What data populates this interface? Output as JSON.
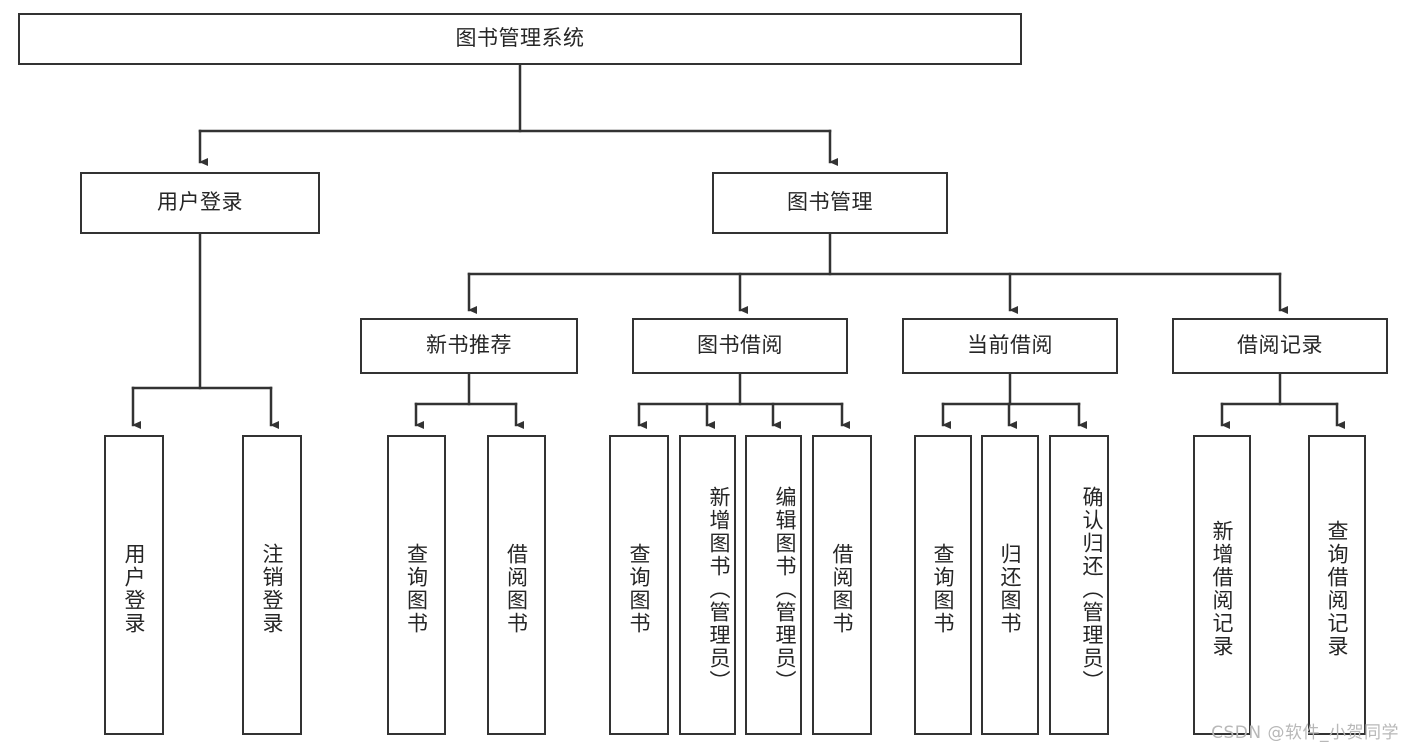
{
  "diagram": {
    "title": "图书管理系统",
    "type": "tree",
    "root": {
      "label": "图书管理系统"
    },
    "level2": [
      {
        "id": "user-login",
        "label": "用户登录"
      },
      {
        "id": "book-manage",
        "label": "图书管理"
      }
    ],
    "level3": [
      {
        "id": "new-book-recommend",
        "label": "新书推荐"
      },
      {
        "id": "book-borrow",
        "label": "图书借阅"
      },
      {
        "id": "current-borrow",
        "label": "当前借阅"
      },
      {
        "id": "borrow-record",
        "label": "借阅记录"
      }
    ],
    "leaves": {
      "user_login": [
        {
          "id": "leaf-user-login",
          "label": "用户登录"
        },
        {
          "id": "leaf-logout-login",
          "label": "注销登录"
        }
      ],
      "new_book_recommend": [
        {
          "id": "leaf-query-book-1",
          "label": "查询图书"
        },
        {
          "id": "leaf-borrow-book-1",
          "label": "借阅图书"
        }
      ],
      "book_borrow": [
        {
          "id": "leaf-query-book-2",
          "label": "查询图书"
        },
        {
          "id": "leaf-add-book",
          "label": "新增图书（管理员）"
        },
        {
          "id": "leaf-edit-book",
          "label": "编辑图书（管理员）"
        },
        {
          "id": "leaf-borrow-book-2",
          "label": "借阅图书"
        }
      ],
      "current_borrow": [
        {
          "id": "leaf-query-book-3",
          "label": "查询图书"
        },
        {
          "id": "leaf-return-book",
          "label": "归还图书"
        },
        {
          "id": "leaf-confirm-return",
          "label": "确认归还（管理员）"
        }
      ],
      "borrow_record": [
        {
          "id": "leaf-add-record",
          "label": "新增借阅记录"
        },
        {
          "id": "leaf-query-record",
          "label": "查询借阅记录"
        }
      ]
    },
    "watermark": "CSDN @软件_小贺同学",
    "colors": {
      "border": "#333333",
      "text": "#262626",
      "background": "#ffffff",
      "watermark": "#b8b8b8"
    }
  }
}
